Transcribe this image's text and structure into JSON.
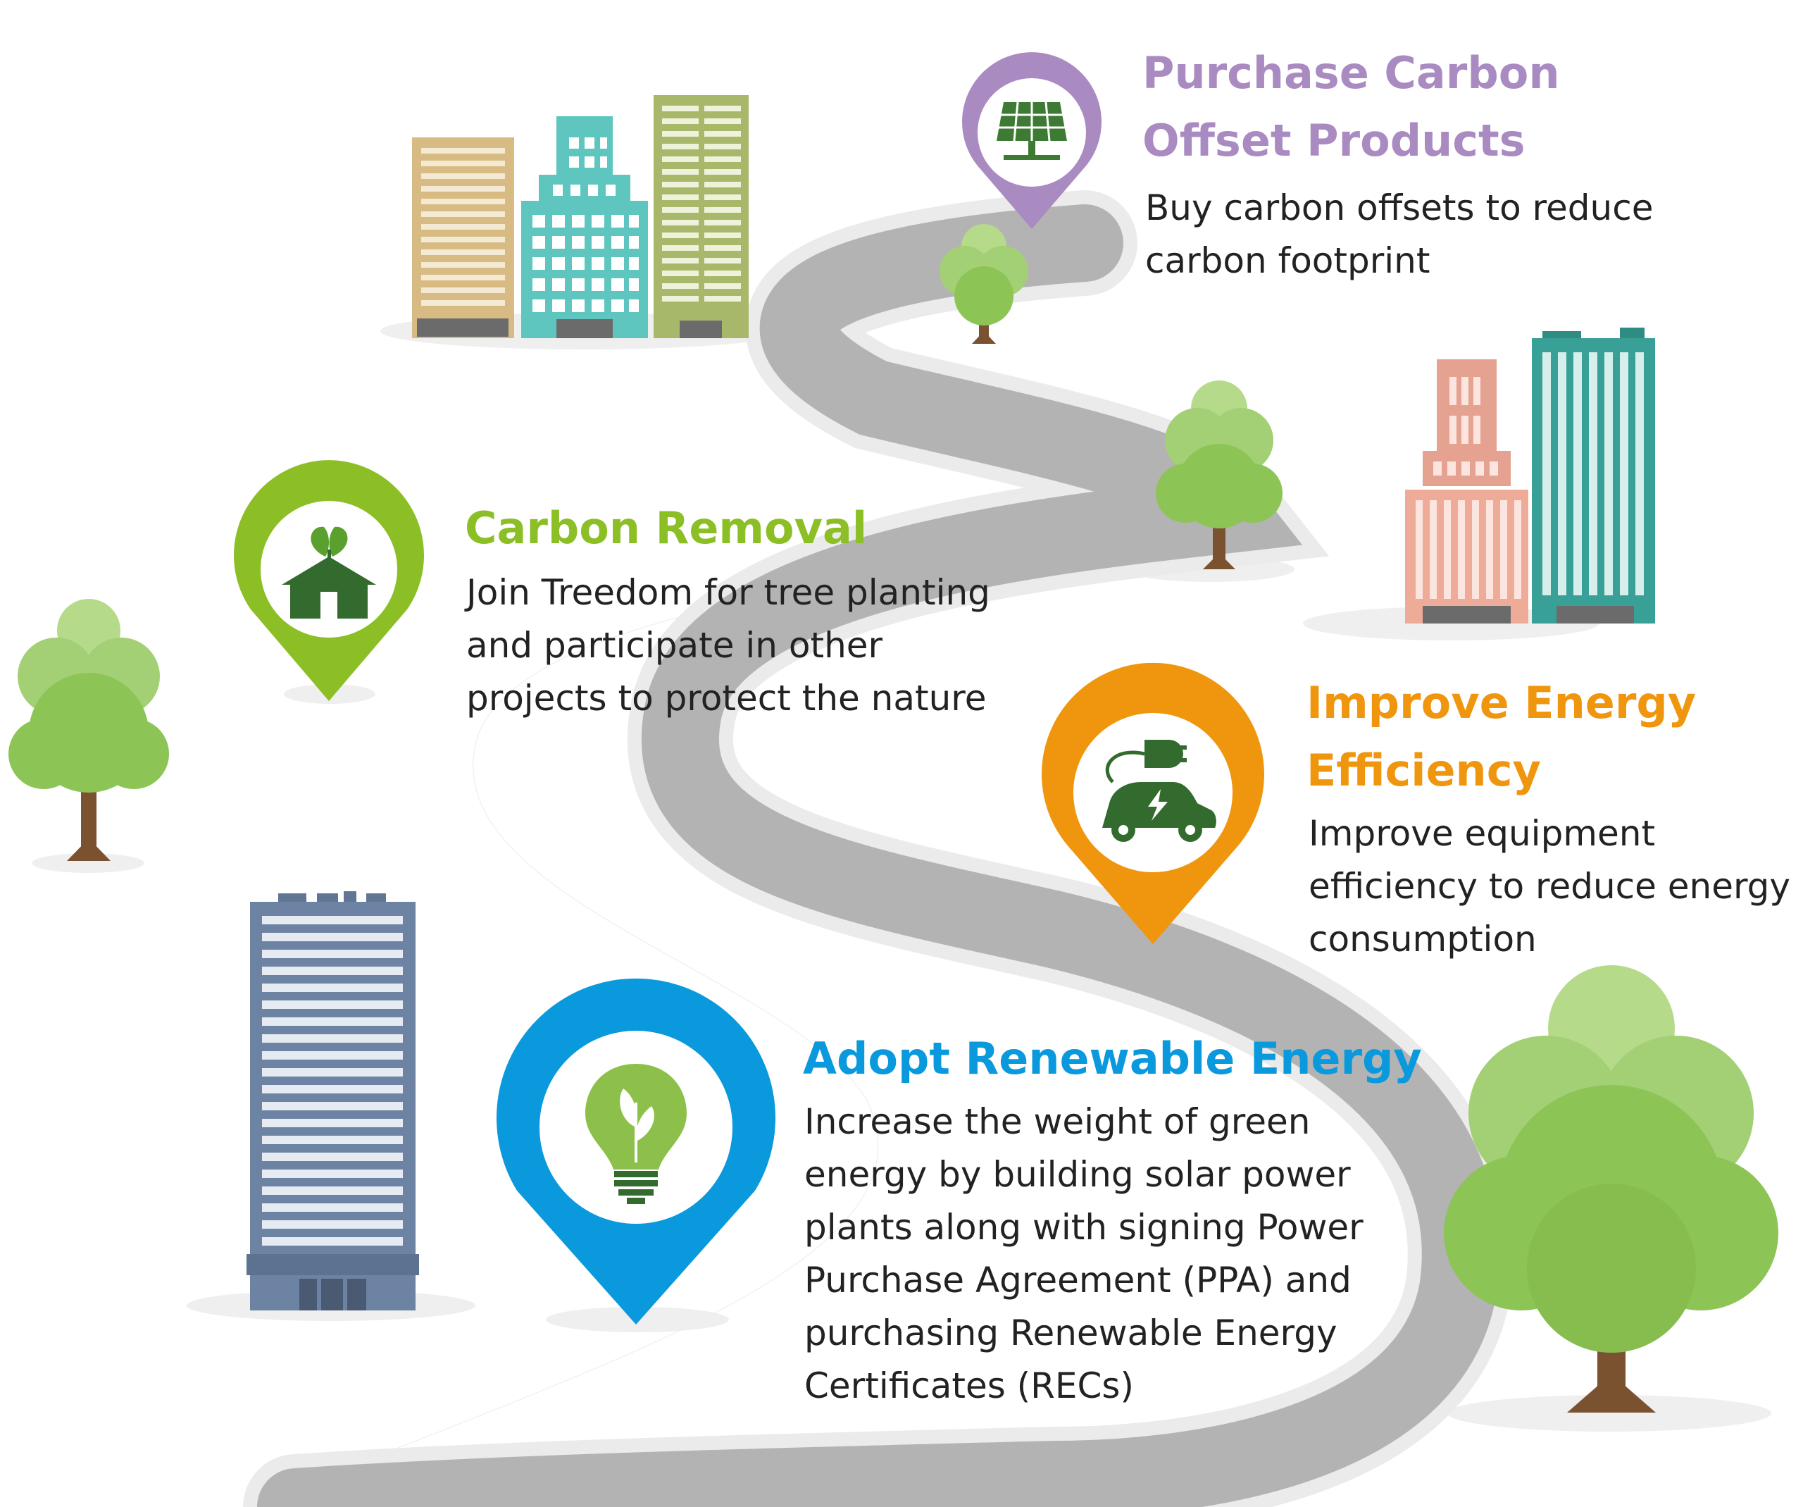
{
  "steps": [
    {
      "id": "purchase-carbon-offset",
      "title": "Purchase Carbon Offset Products",
      "description": "Buy carbon offsets to reduce carbon footprint",
      "color": "#a98bc2",
      "icon": "solar-panel-icon"
    },
    {
      "id": "carbon-removal",
      "title": "Carbon Removal",
      "description": "Join Treedom for tree planting and participate in other projects to protect the nature",
      "color": "#8cbf26",
      "icon": "eco-house-icon"
    },
    {
      "id": "improve-energy-efficiency",
      "title": "Improve Energy Efficiency",
      "description": "Improve equipment efficiency to reduce energy consumption",
      "color": "#f0960e",
      "icon": "electric-car-icon"
    },
    {
      "id": "adopt-renewable-energy",
      "title": "Adopt Renewable Energy",
      "description": "Increase the weight of green energy by building solar power plants along with signing Power Purchase Agreement (PPA) and purchasing Renewable Energy Certificates (RECs)",
      "color": "#0999dc",
      "icon": "green-lightbulb-icon"
    }
  ],
  "palette": {
    "road": "#b3b3b3",
    "road_edge": "#ebebeb",
    "tree_light": "#9dcc66",
    "tree_trunk": "#7a5230",
    "icon_dark_green": "#336b2e"
  }
}
